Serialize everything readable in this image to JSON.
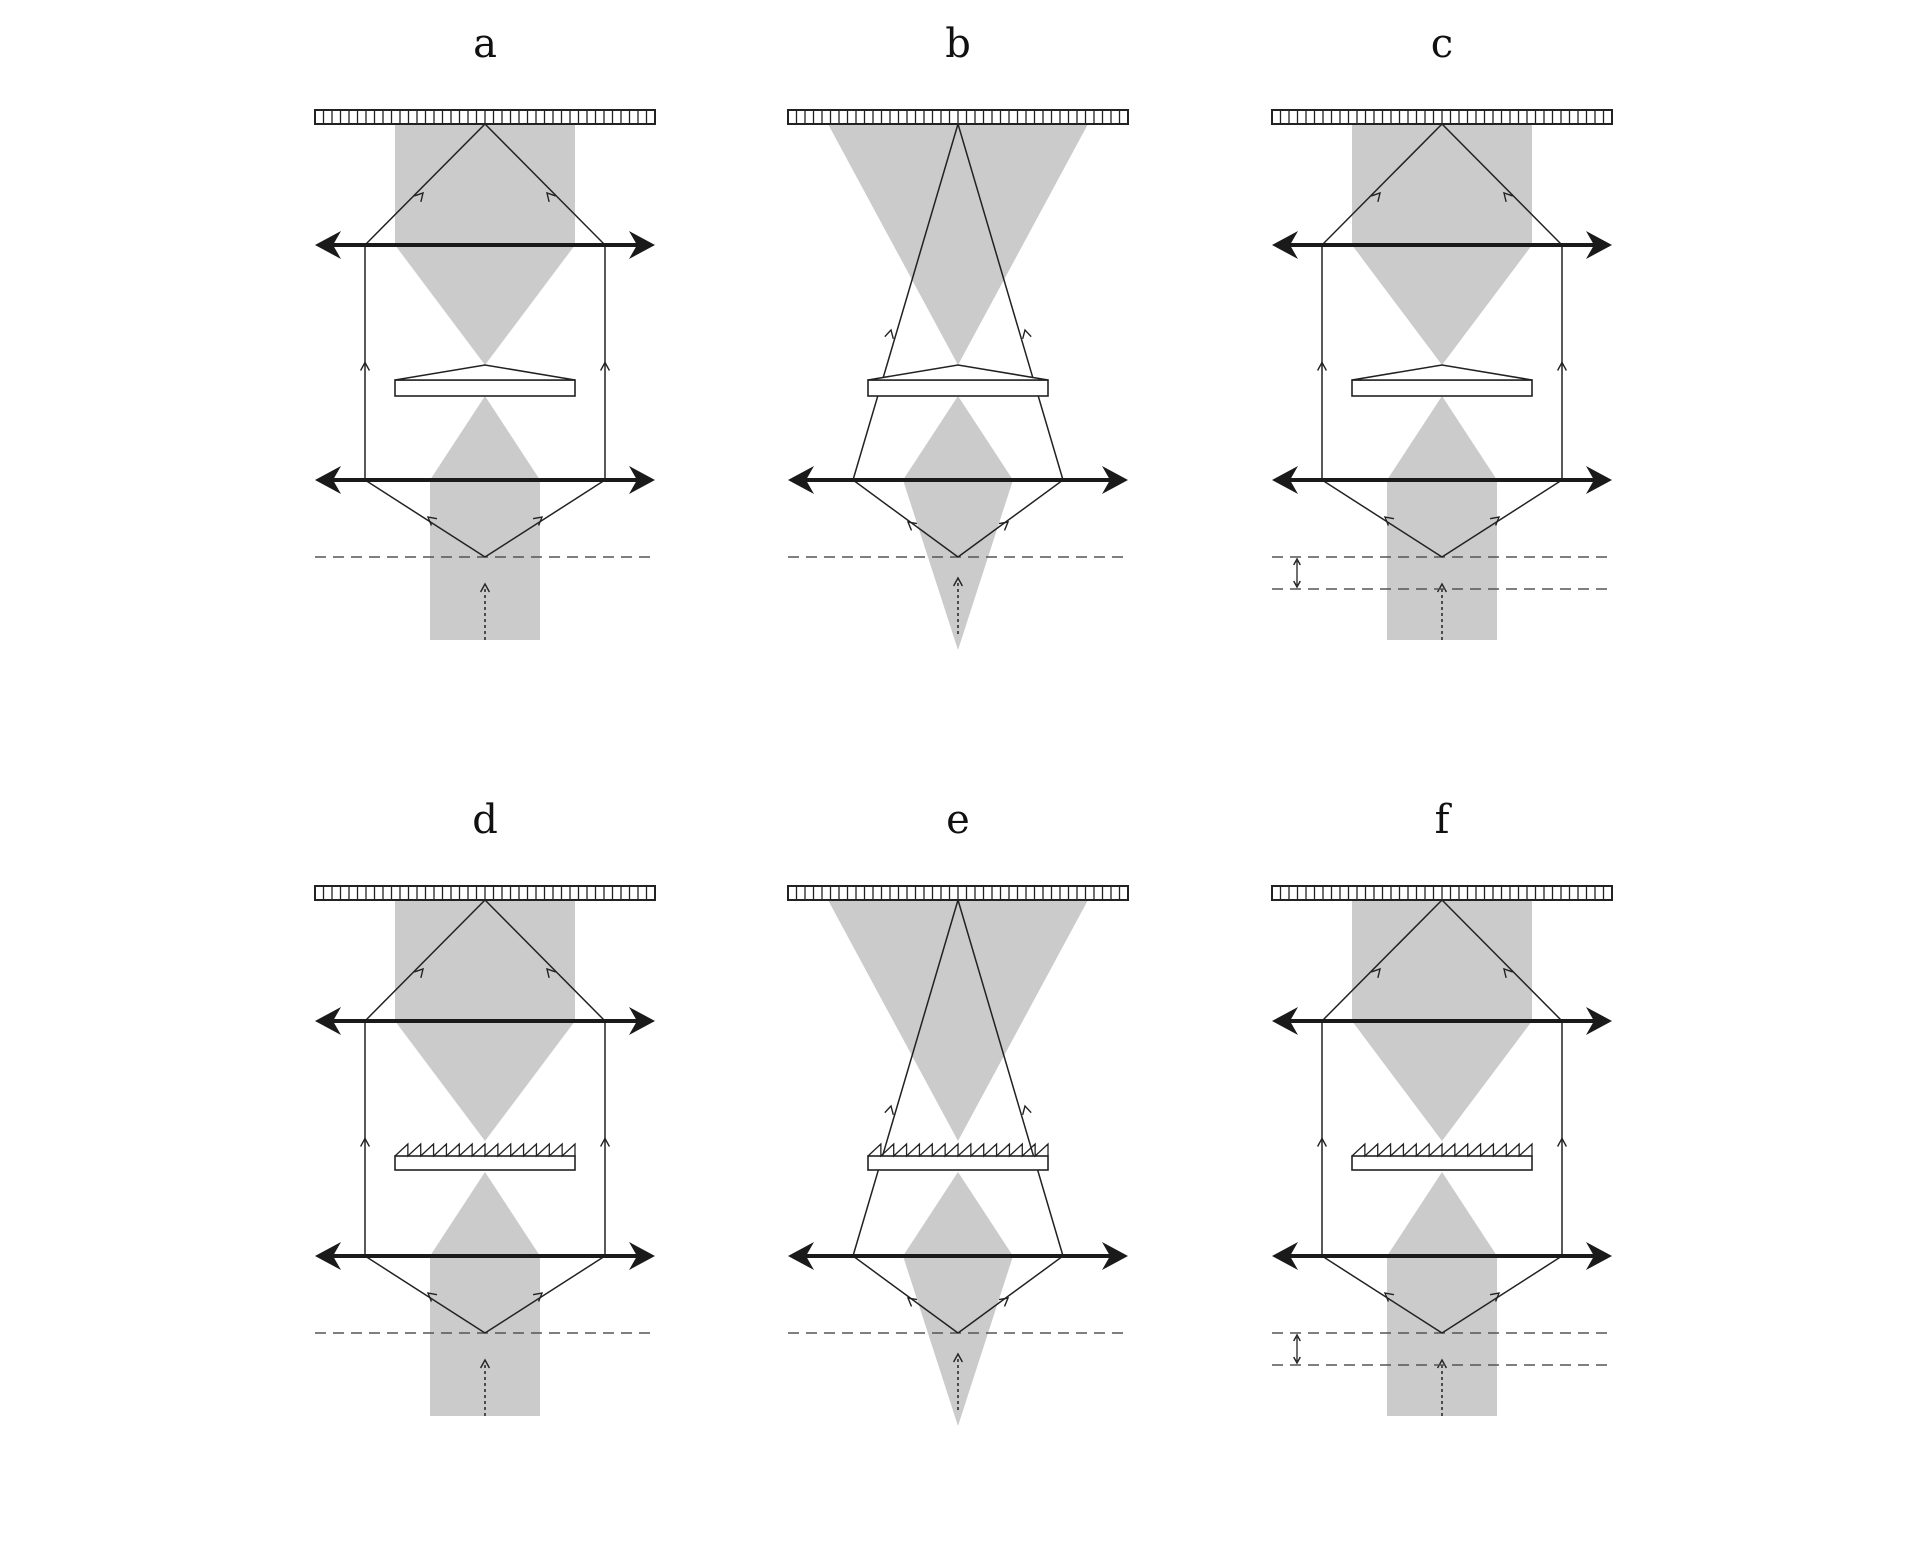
{
  "figure": {
    "panels": [
      {
        "id": "a",
        "label": "a",
        "source": "collimated",
        "element": "prism",
        "focus_shift_marker": false
      },
      {
        "id": "b",
        "label": "b",
        "source": "point",
        "element": "prism",
        "focus_shift_marker": false
      },
      {
        "id": "c",
        "label": "c",
        "source": "collimated",
        "element": "prism",
        "focus_shift_marker": true
      },
      {
        "id": "d",
        "label": "d",
        "source": "collimated",
        "element": "grating",
        "focus_shift_marker": false
      },
      {
        "id": "e",
        "label": "e",
        "source": "point",
        "element": "grating",
        "focus_shift_marker": false
      },
      {
        "id": "f",
        "label": "f",
        "source": "collimated",
        "element": "grating",
        "focus_shift_marker": true
      }
    ],
    "colors": {
      "beam_fill": "#cbcbcb",
      "line": "#222222",
      "lens": "#1a1a1a",
      "dashed": "#555555"
    }
  }
}
